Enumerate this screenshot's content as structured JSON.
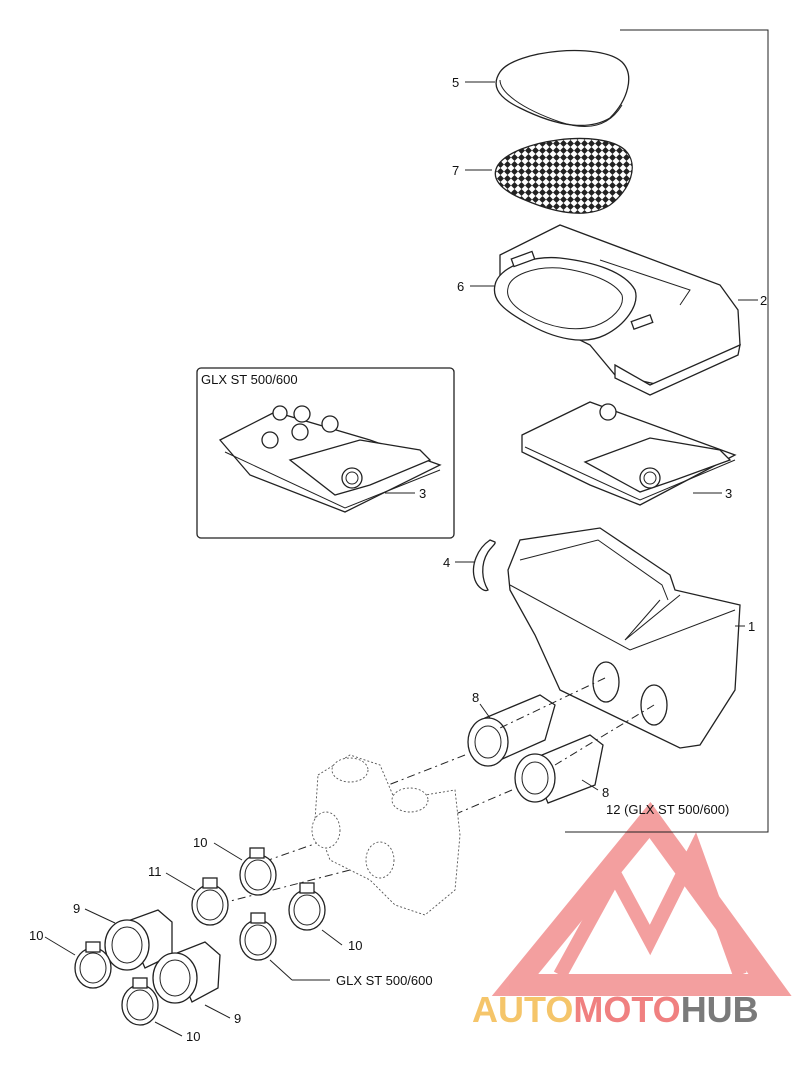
{
  "callouts": {
    "c5": "5",
    "c7": "7",
    "c6": "6",
    "c2": "2",
    "c3_inset": "3",
    "c3_main": "3",
    "c4": "4",
    "c1": "1",
    "c8_top": "8",
    "c8_bottom": "8",
    "c12": "12 (GLX ST 500/600)",
    "c10_top": "10",
    "c11": "11",
    "c9_left": "9",
    "c10_right": "10",
    "c10_left": "10",
    "c_glx_variant": "GLX ST 500/600",
    "c9_bottom": "9",
    "c10_bottom": "10"
  },
  "inset": {
    "title": "GLX ST 500/600"
  },
  "watermark": {
    "brand_part1": "AUTO",
    "brand_part2": "MOTO",
    "brand_part3": "HUB",
    "color_primary": "#f08080",
    "color_accent": "#f5c56a",
    "color_dark": "#7a7a7a"
  }
}
